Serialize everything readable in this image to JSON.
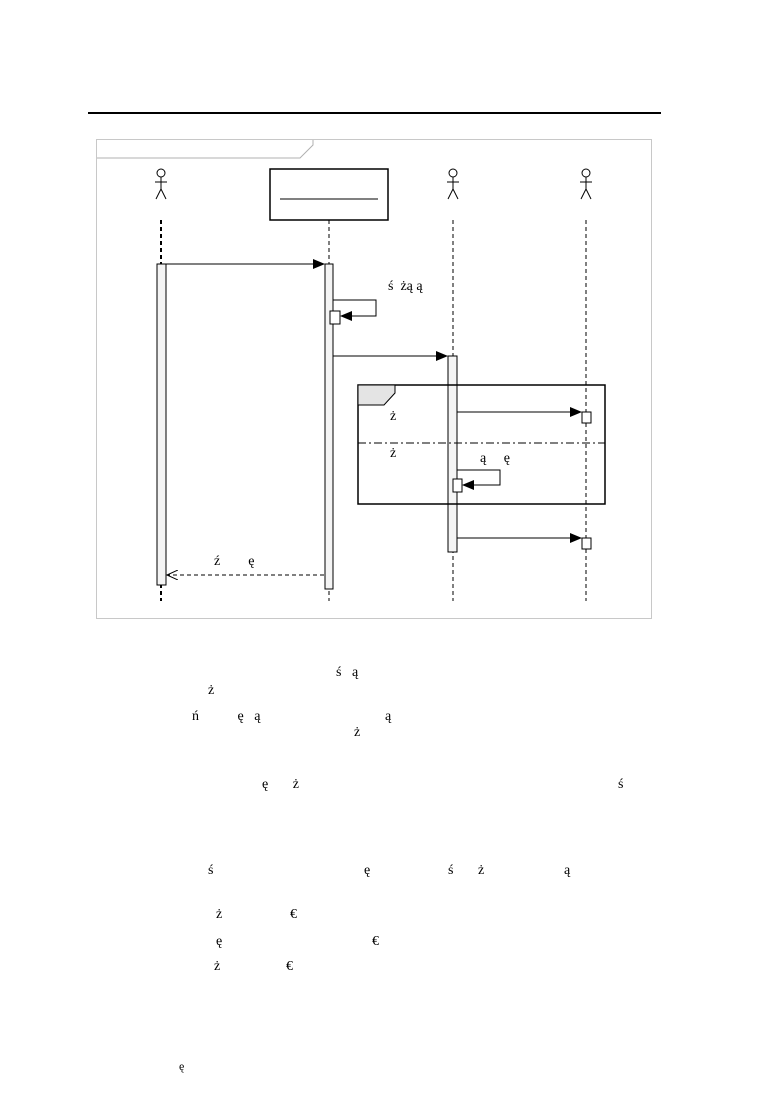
{
  "diagram_labels": {
    "self_call": "ś  żą ą",
    "alt_guard_1": "ż",
    "alt_guard_2": "ż",
    "loop_msg": "ą     ę",
    "return_msg": "ź        ę"
  },
  "body_text": {
    "line_1": "ś   ą",
    "line_2": "ż",
    "line_3a": "ń           ę   ą",
    "line_3b": "ą",
    "line_4": "ż",
    "line_5a": "ę       ż",
    "line_5b": "ś",
    "line_6a": "ś",
    "line_6b": "ę",
    "line_6c": "ś       ż",
    "line_6d": "ą",
    "list_1a": "ż",
    "list_1b": "€",
    "list_2a": "ę",
    "list_2b": "€",
    "list_3a": "ż",
    "list_3b": "€",
    "footnote": "ę"
  }
}
